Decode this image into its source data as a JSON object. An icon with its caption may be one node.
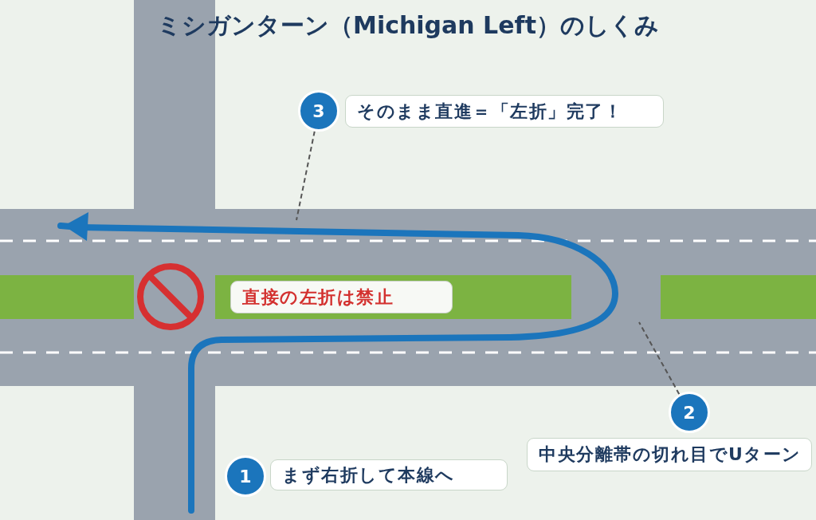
{
  "diagram": {
    "title": "ミシガンターン（Michigan Left）のしくみ",
    "nodes": [
      {
        "text": [
          "3"
        ]
      },
      {
        "text": [
          "そのまま直進＝「左折」完了！"
        ]
      },
      {
        "text": [
          "直接の左折は禁止"
        ]
      },
      {
        "text": [
          "2"
        ]
      },
      {
        "text": [
          "中央分離帯の切れ目でUターン"
        ]
      },
      {
        "text": [
          "1"
        ]
      },
      {
        "text": [
          "まず右折して本線へ"
        ]
      }
    ],
    "edges": [
      {
        "from": 0,
        "to": null,
        "arrow": "none",
        "style": "dashed"
      },
      {
        "from": 3,
        "to": null,
        "arrow": "none",
        "style": "dashed"
      }
    ]
  }
}
